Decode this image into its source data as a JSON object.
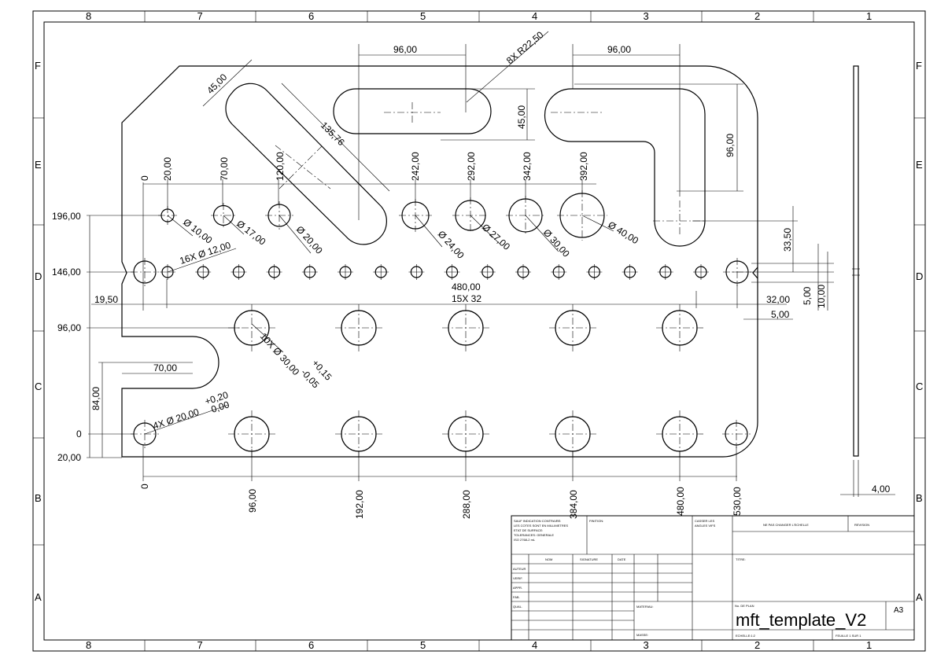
{
  "zones": {
    "columns": [
      "8",
      "7",
      "6",
      "5",
      "4",
      "3",
      "2",
      "1"
    ],
    "rows": [
      "F",
      "E",
      "D",
      "C",
      "B",
      "A"
    ]
  },
  "dims": {
    "slot_pitch_left": "96,00",
    "slot_radius": "8X R22,50",
    "slot_pitch_right": "96,00",
    "slot_height": "45,00",
    "slot_right_height": "96,00",
    "angle_slot_width": "45,00",
    "angle_slot_length": "135,76",
    "x_0_top": "0",
    "x_20": "20,00",
    "x_70": "70,00",
    "x_120": "120,00",
    "x_242": "242,00",
    "x_292": "292,00",
    "x_342": "342,00",
    "x_392": "392,00",
    "y_196": "196,00",
    "y_146": "146,00",
    "y_96": "96,00",
    "y_84": "84,00",
    "y_0": "0",
    "y_20": "20,00",
    "d10": "Ø 10,00",
    "d17": "Ø 17,00",
    "d20": "Ø 20,00",
    "d24": "Ø 24,00",
    "d27": "Ø 27,00",
    "d30": "Ø 30,00",
    "d40": "Ø 40,00",
    "row_holes": "16X Ø 12,00",
    "edge_19": "19,50",
    "span_480": "480,00",
    "pitch_15x32": "15X 32",
    "edge_32": "32,00",
    "notch_5": "5,00",
    "notch_5b": "5,00",
    "notch_10": "10,00",
    "right_33": "33,50",
    "big_holes": "10X Ø 30,00",
    "big_tol_up": "+0,15",
    "big_tol_dn": "-0,05",
    "u_slot_70": "70,00",
    "small_holes": "4X Ø 20,00",
    "small_tol_up": "+0,20",
    "small_tol_dn": "0,00",
    "thickness": "4,00",
    "bx": [
      "0",
      "96,00",
      "192,00",
      "288,00",
      "384,00",
      "480,00",
      "530,00"
    ]
  },
  "title_block": {
    "general_notes": [
      "SAUF INDICATION CONTRAIRE:",
      "LES COTES SONT EN MILLIMETRES",
      "ETAT DE SURFACE:",
      "TOLERANCES: GENERALE",
      "ISO 2768-2 mL"
    ],
    "finish": "FINITION:",
    "break_edges": [
      "CASSER LES",
      "ANGLES VIFS"
    ],
    "no_scale": "NE PAS CHANGER L'ECHELLE",
    "revision": "REVISION",
    "col_name": "NOM",
    "col_signature": "SIGNATURE",
    "col_date": "DATE",
    "roles": [
      "AUTEUR",
      "VERIF.",
      "APPR.",
      "FAB.",
      "QUAL."
    ],
    "title_label": "TITRE:",
    "material": "MATERIAU:",
    "drawing_no_label": "No. DE PLAN",
    "drawing_no": "mft_template_V2",
    "sheet_size": "A3",
    "mass": "MASSE:",
    "scale": "ECHELLE:1:2",
    "sheet": "FEUILLE 1 SUR 1"
  }
}
